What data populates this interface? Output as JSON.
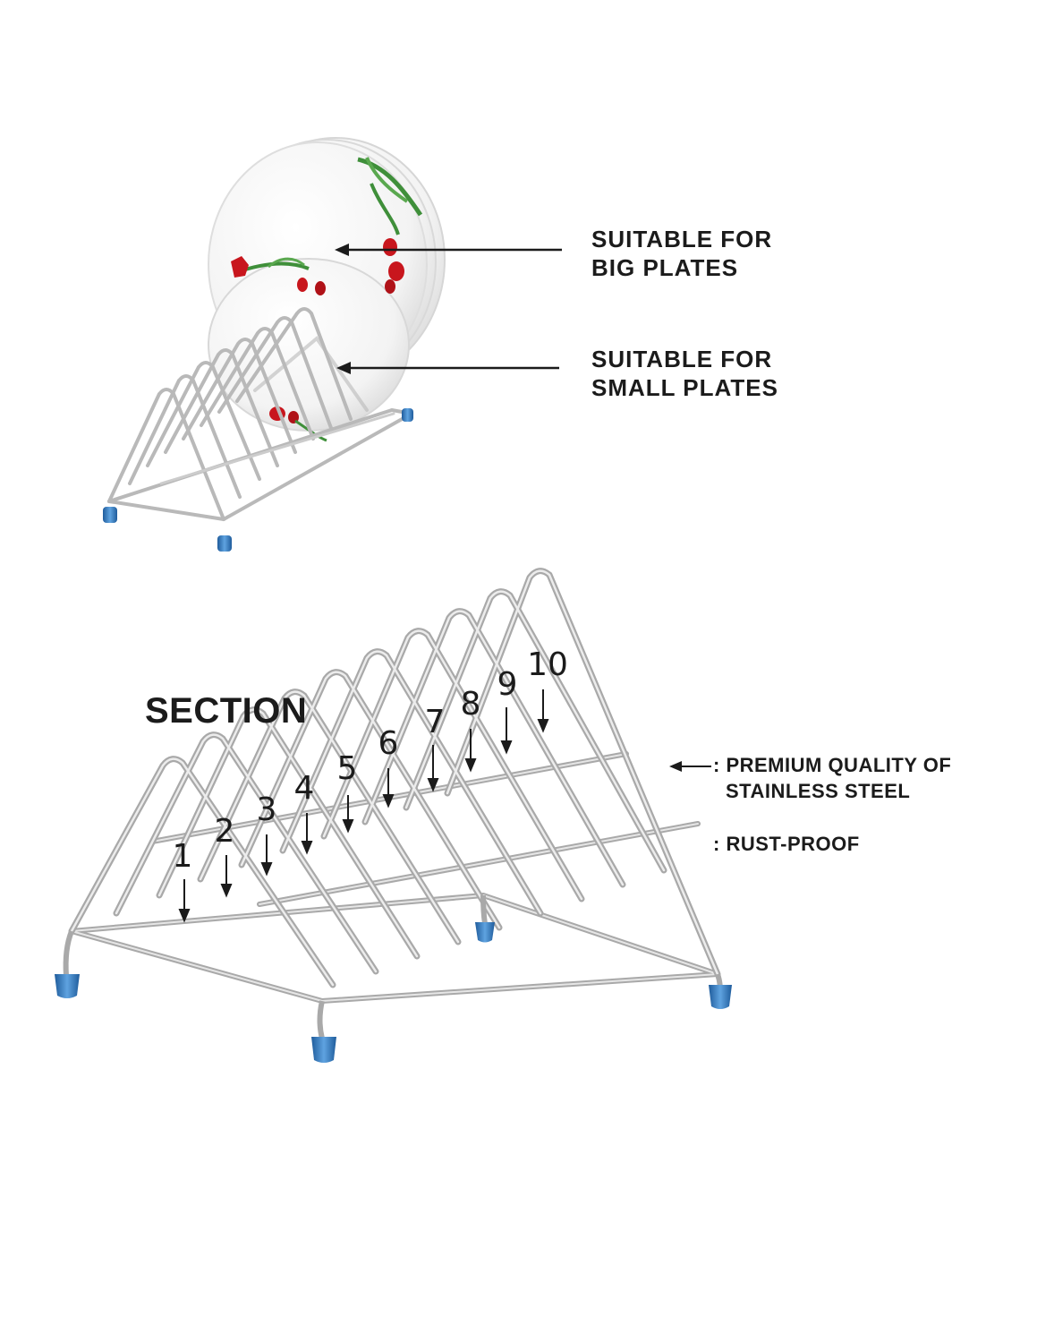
{
  "top_panel": {
    "callouts": [
      {
        "line1": "SUITABLE FOR",
        "line2": "BIG PLATES"
      },
      {
        "line1": "SUITABLE FOR",
        "line2": "SMALL PLATES"
      }
    ]
  },
  "bottom_panel": {
    "section_title": "SECTION",
    "slot_numbers": [
      "1",
      "2",
      "3",
      "4",
      "5",
      "6",
      "7",
      "8",
      "9",
      "10"
    ],
    "features": [
      {
        "line1": ": PREMIUM QUALITY OF",
        "line2": "STAINLESS STEEL"
      },
      {
        "line1": ": RUST-PROOF",
        "line2": ""
      }
    ]
  },
  "colors": {
    "text": "#1b1b1b",
    "steel": "#c9c9c9",
    "steel_dark": "#8e8e8e",
    "foot_blue": "#3a7fc4",
    "flower_red": "#c8161d",
    "leaf_green": "#3f8f3a"
  }
}
